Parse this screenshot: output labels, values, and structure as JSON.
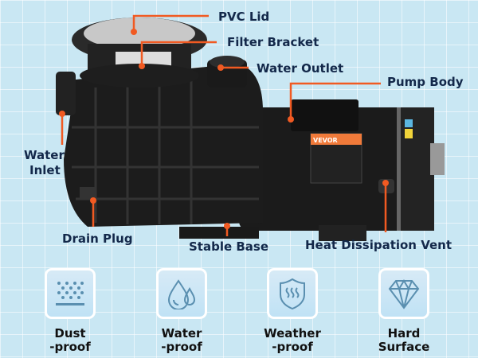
{
  "colors": {
    "accent": "#f15a22",
    "label": "#13284a",
    "background": "#c9e7f3",
    "icon": "#5a8fb0"
  },
  "labels": {
    "pvc_lid": "PVC Lid",
    "filter_bracket": "Filter Bracket",
    "water_outlet": "Water Outlet",
    "pump_body": "Pump Body",
    "water_inlet_1": "Water",
    "water_inlet_2": "Inlet",
    "drain_plug": "Drain Plug",
    "stable_base": "Stable Base",
    "heat_vent": "Heat Dissipation Vent"
  },
  "product_brand": "VEVOR",
  "features": [
    {
      "icon": "dust-icon",
      "line1": "Dust",
      "line2": "-proof"
    },
    {
      "icon": "water-drops-icon",
      "line1": "Water",
      "line2": "-proof"
    },
    {
      "icon": "shield-heat-icon",
      "line1": "Weather",
      "line2": "-proof"
    },
    {
      "icon": "diamond-icon",
      "line1": "Hard",
      "line2": "Surface"
    }
  ]
}
